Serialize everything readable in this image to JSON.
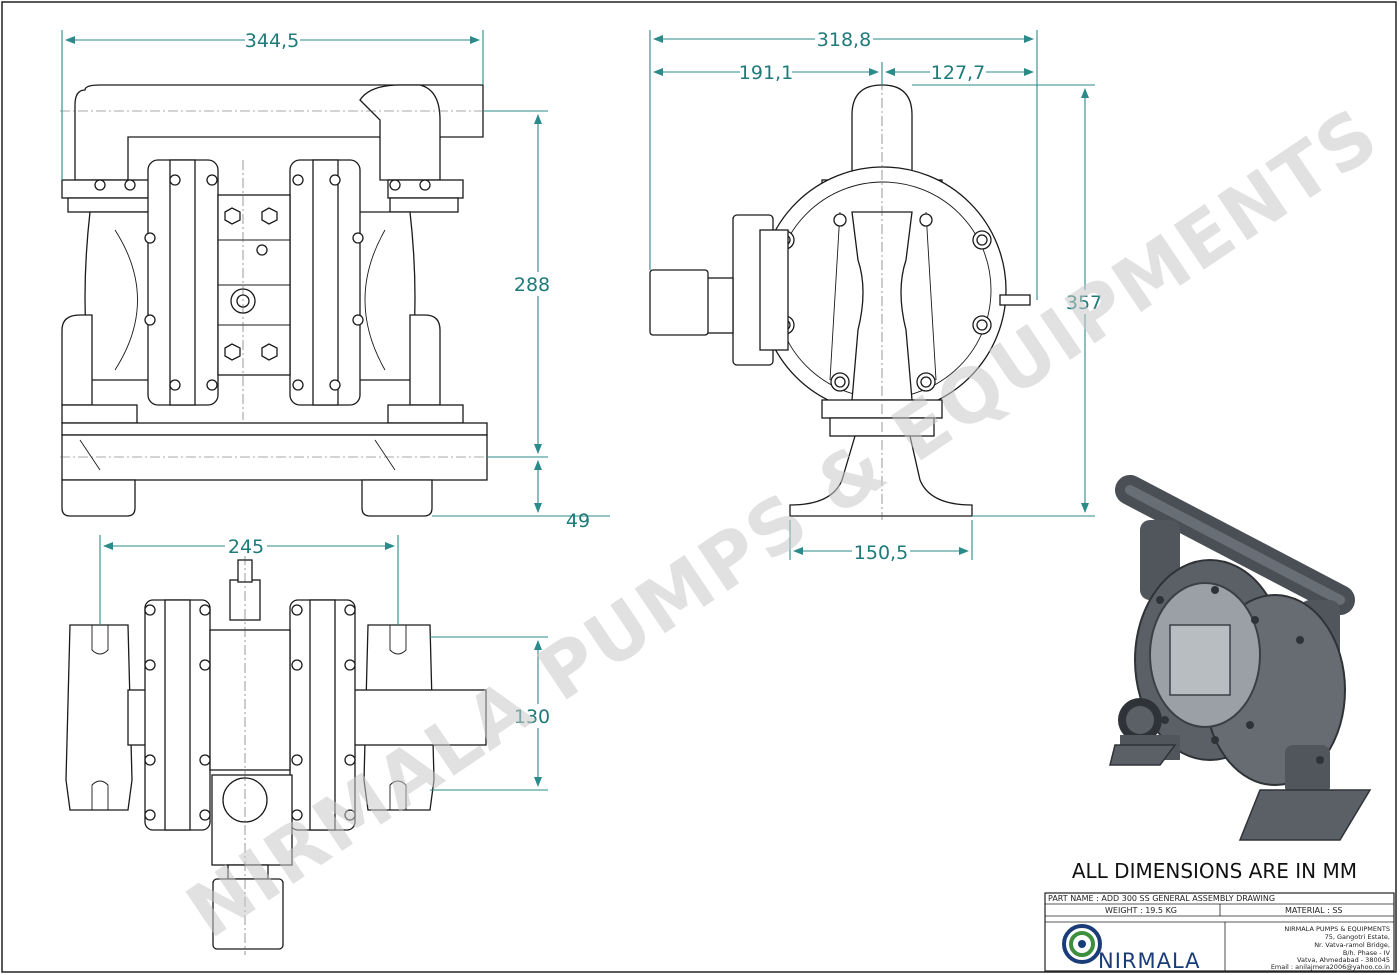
{
  "dimensions": {
    "front_width": "344,5",
    "front_height": "288",
    "front_foot": "49",
    "side_width": "318,8",
    "side_left": "191,1",
    "side_right": "127,7",
    "side_height": "357",
    "side_base": "150,5",
    "top_width": "245",
    "top_depth": "130"
  },
  "note": "ALL DIMENSIONS ARE IN MM",
  "watermark": "NIRMALA PUMPS & EQUIPMENTS",
  "title_block": {
    "part_name": "PART NAME : ADD 300 SS GENERAL ASSEMBLY DRAWING",
    "weight": "WEIGHT : 19.5 KG",
    "material": "MATERIAL : SS",
    "company": "NIRMALA PUMPS & EQUIPMENTS",
    "address_1": "75, Gangotri Estate,",
    "address_2": "Nr. Vatva-ramol Bridge,",
    "address_3": "B/h. Phase - IV",
    "address_4": "Vatva, Ahmedabad - 380045",
    "email": "Email : anilajmera2006@yahoo.co.in",
    "logo": "NIRMALA"
  },
  "colors": {
    "dimension": "#1f7a7a",
    "logo_blue": "#1a3d7a",
    "logo_green": "#3c8f3c",
    "watermark": "#c8c8c8"
  }
}
